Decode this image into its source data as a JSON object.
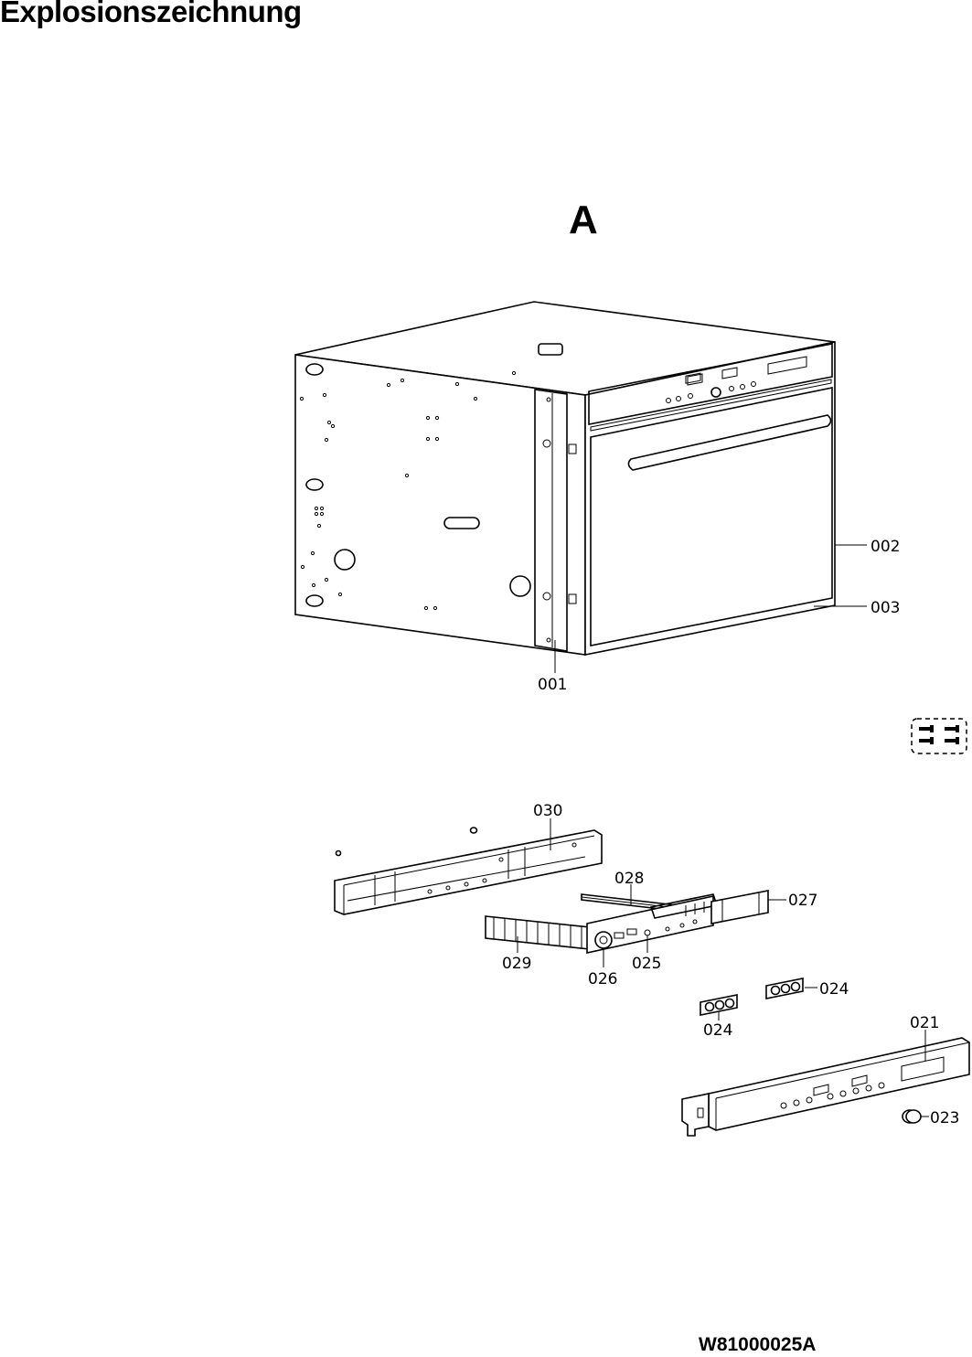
{
  "header": {
    "title": "Explosionszeichnung"
  },
  "section": {
    "letter": "A"
  },
  "footer": {
    "code": "W81000025A"
  },
  "parts": {
    "p001": "001",
    "p002": "002",
    "p003": "003",
    "p021": "021",
    "p023": "023",
    "p024a": "024",
    "p024b": "024",
    "p025": "025",
    "p026": "026",
    "p027": "027",
    "p028": "028",
    "p029": "029",
    "p030": "030"
  },
  "icons": {
    "screw_pack": "screw-pack-icon"
  }
}
